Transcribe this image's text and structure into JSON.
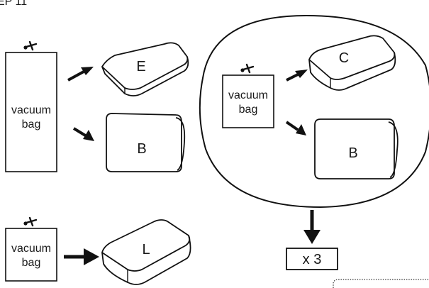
{
  "step_label": "EP 11",
  "bag_label_line1": "vacuum",
  "bag_label_line2": "bag",
  "cushions": {
    "e": "E",
    "b_left": "B",
    "c": "C",
    "b_right": "B",
    "l": "L"
  },
  "multiplier": "x 3",
  "icons": [
    "scissors-icon",
    "arrow-icon"
  ]
}
